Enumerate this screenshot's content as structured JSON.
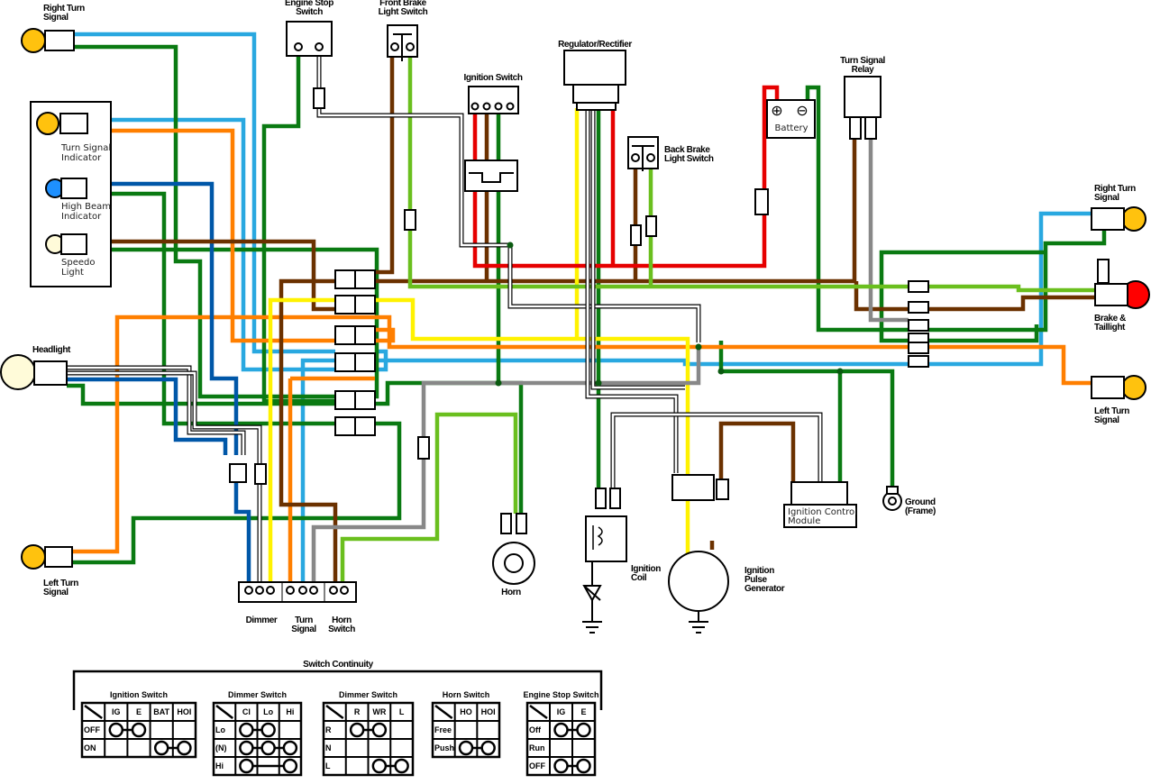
{
  "colors": {
    "light_blue": "#29a8e0",
    "green": "#0a7a12",
    "orange": "#ff7f00",
    "dark_blue": "#0057a8",
    "brown": "#6b3100",
    "yellow": "#fff200",
    "red": "#e60000",
    "light_green": "#6abf1e",
    "gray": "#888888",
    "white": "#ffffff",
    "amber_bulb": "#ffc20e",
    "indicator_blue": "#1e90ff",
    "cream_bulb": "#fffbd9",
    "brake_red": "#ff0000"
  },
  "labels": {
    "right_turn_signal_front": [
      "Right Turn",
      "Signal"
    ],
    "engine_stop_switch": [
      "Engine Stop",
      "Switch"
    ],
    "front_brake_switch": [
      "Front Brake",
      "Light Switch"
    ],
    "regulator": "Regulator/Rectifier",
    "ignition_switch": "Ignition Switch",
    "back_brake_switch": [
      "Back Brake",
      "Light Switch"
    ],
    "battery": "Battery",
    "turn_signal_relay": [
      "Turn Signal",
      "Relay"
    ],
    "turn_signal_indicator": [
      "Turn Signal",
      "Indicator"
    ],
    "high_beam_indicator": [
      "High Beam",
      "Indicator"
    ],
    "speedo_light": [
      "Speedo",
      "Light"
    ],
    "headlight": "Headlight",
    "left_turn_signal_front": [
      "Left Turn",
      "Signal"
    ],
    "right_turn_signal_rear": [
      "Right Turn",
      "Signal"
    ],
    "brake_taillight": [
      "Brake &",
      "Taillight"
    ],
    "left_turn_signal_rear": [
      "Left Turn",
      "Signal"
    ],
    "ignition_control_module": [
      "Ignition Control",
      "Module"
    ],
    "ground": [
      "Ground",
      "(Frame)"
    ],
    "horn": "Horn",
    "ignition_coil": [
      "Ignition",
      "Coil"
    ],
    "pulse_generator": [
      "Ignition",
      "Pulse",
      "Generator"
    ],
    "dimmer": "Dimmer",
    "turn_signal_switch": [
      "Turn",
      "Signal"
    ],
    "horn_switch": [
      "Horn",
      "Switch"
    ]
  },
  "switch_continuity": {
    "title": "Switch Continuity",
    "tables": [
      {
        "title": "Ignition Switch",
        "columns": [
          "IG",
          "E",
          "BAT",
          "HOI"
        ],
        "rows": [
          {
            "label": "OFF",
            "connected": [
              0,
              1
            ]
          },
          {
            "label": "ON",
            "connected": [
              2,
              3
            ]
          }
        ]
      },
      {
        "title": "Dimmer Switch",
        "columns": [
          "Cl",
          "Lo",
          "Hi"
        ],
        "rows": [
          {
            "label": "Lo",
            "connected": [
              0,
              1
            ]
          },
          {
            "label": "(N)",
            "connected": [
              0,
              1,
              2
            ]
          },
          {
            "label": "Hi",
            "connected": [
              0,
              2
            ]
          }
        ]
      },
      {
        "title": "Dimmer Switch",
        "columns": [
          "R",
          "WR",
          "L"
        ],
        "rows": [
          {
            "label": "R",
            "connected": [
              0,
              1
            ]
          },
          {
            "label": "N",
            "connected": []
          },
          {
            "label": "L",
            "connected": [
              1,
              2
            ]
          }
        ]
      },
      {
        "title": "Horn Switch",
        "columns": [
          "HO",
          "HOI"
        ],
        "rows": [
          {
            "label": "Free",
            "connected": []
          },
          {
            "label": "Push",
            "connected": [
              0,
              1
            ]
          }
        ]
      },
      {
        "title": "Engine Stop Switch",
        "columns": [
          "IG",
          "E"
        ],
        "rows": [
          {
            "label": "Off",
            "connected": [
              0,
              1
            ]
          },
          {
            "label": "Run",
            "connected": []
          },
          {
            "label": "OFF",
            "connected": [
              0,
              1
            ]
          }
        ]
      }
    ]
  }
}
